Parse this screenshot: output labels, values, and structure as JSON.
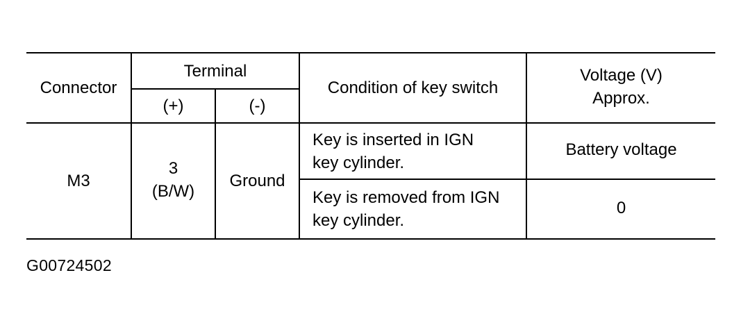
{
  "table": {
    "headers": {
      "connector": "Connector",
      "terminal": "Terminal",
      "terminal_plus": "(+)",
      "terminal_minus": "(-)",
      "condition": "Condition of key switch",
      "voltage_line1": "Voltage (V)",
      "voltage_line2": "Approx."
    },
    "rows": [
      {
        "connector": "M3",
        "terminal_plus_line1": "3",
        "terminal_plus_line2": "(B/W)",
        "terminal_minus": "Ground",
        "conditions": [
          {
            "line1": "Key is inserted in IGN",
            "line2": "key cylinder.",
            "voltage": "Battery voltage"
          },
          {
            "line1": "Key is removed from IGN",
            "line2": "key cylinder.",
            "voltage": "0"
          }
        ]
      }
    ]
  },
  "figure_id": "G00724502"
}
